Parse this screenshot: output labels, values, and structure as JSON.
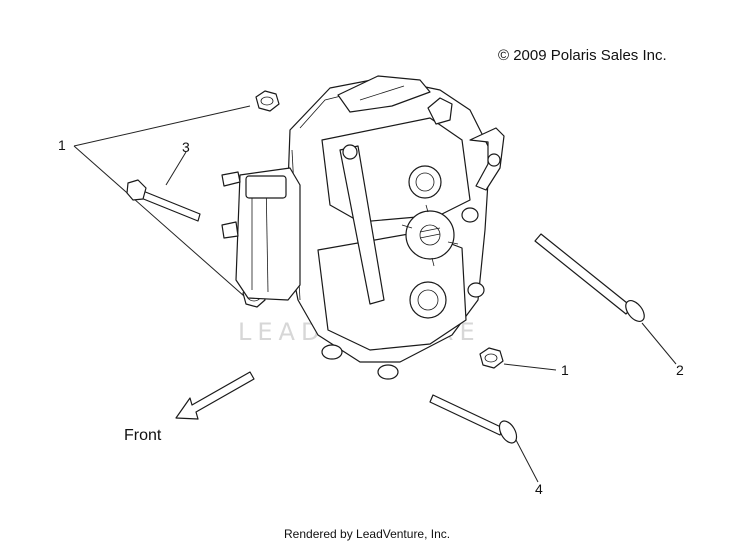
{
  "copyright": "© 2009 Polaris Sales Inc.",
  "watermark": "LEADVENTURE",
  "front_label": "Front",
  "footer": "Rendered by LeadVenture, Inc.",
  "callouts": {
    "c1_left": "1",
    "c3": "3",
    "c1_right": "1",
    "c2": "2",
    "c4": "4"
  },
  "colors": {
    "ink": "#111111",
    "watermark": "#d7d7d7"
  }
}
